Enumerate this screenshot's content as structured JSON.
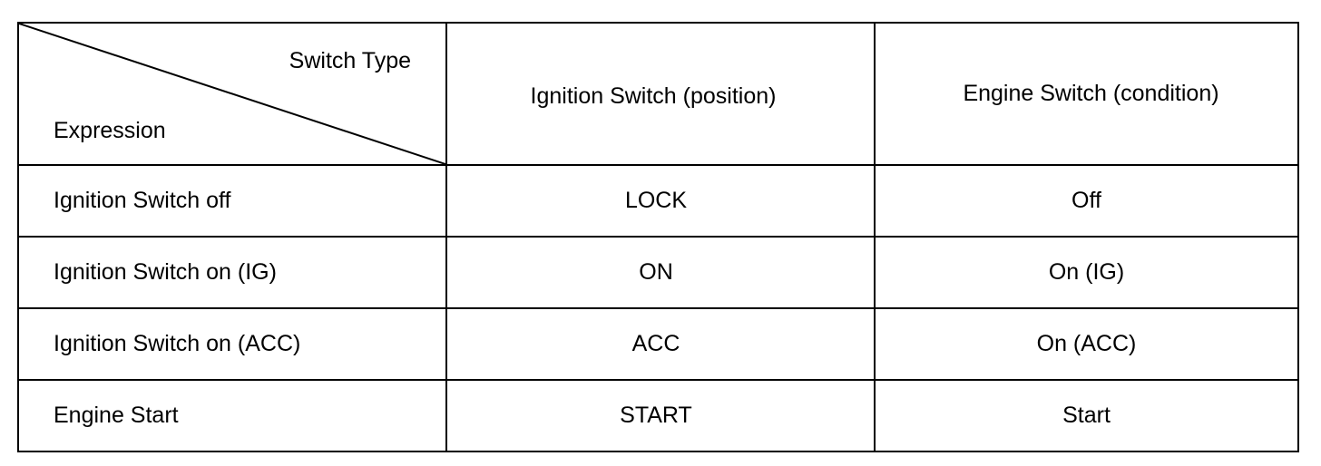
{
  "table": {
    "corner": {
      "top_label": "Switch Type",
      "bottom_label": "Expression"
    },
    "headers": [
      "Ignition Switch (position)",
      "Engine Switch (condition)"
    ],
    "rows": [
      {
        "expression": "Ignition Switch off",
        "ignition": "LOCK",
        "engine": "Off"
      },
      {
        "expression": "Ignition Switch on (IG)",
        "ignition": "ON",
        "engine": "On (IG)"
      },
      {
        "expression": "Ignition Switch on (ACC)",
        "ignition": "ACC",
        "engine": "On (ACC)"
      },
      {
        "expression": "Engine Start",
        "ignition": "START",
        "engine": "Start"
      }
    ]
  }
}
